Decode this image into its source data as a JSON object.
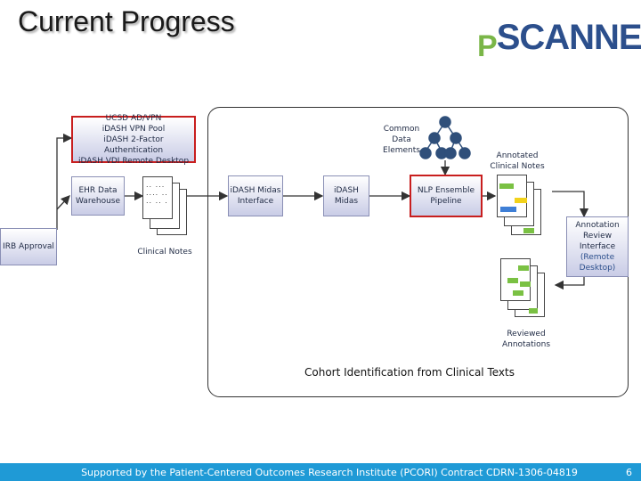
{
  "slide": {
    "title": "Current Progress",
    "logo_p": "P",
    "logo_rest": "SCANNER",
    "footer": "Supported by the Patient-Centered Outcomes Research Institute (PCORI) Contract CDRN-1306-04819",
    "page_number": "6"
  },
  "diagram": {
    "ucsd_lines": [
      "UCSD AD/VPN",
      "iDASH VPN Pool",
      "iDASH 2-Factor Authentication",
      "iDASH VDI Remote Desktop"
    ],
    "ehr": "EHR Data Warehouse",
    "irb": "IRB Approval",
    "clinical_notes": "Clinical Notes",
    "midas_interface": "iDASH Midas Interface",
    "midas": "iDASH Midas",
    "common_data": "Common Data Elements",
    "nlp": "NLP Ensemble Pipeline",
    "annotated": "Annotated Clinical Notes",
    "review": "Annotation Review Interface",
    "review_note": "(Remote Desktop)",
    "reviewed": "Reviewed Annotations",
    "cohort": "Cohort Identification from Clinical Texts"
  },
  "colors": {
    "red": "#c81e1e",
    "footer": "#1f9ad6",
    "tree": "#2f4f7a",
    "green": "#7ac143",
    "blue": "#3f7fd6",
    "yellow": "#f2d21b"
  }
}
